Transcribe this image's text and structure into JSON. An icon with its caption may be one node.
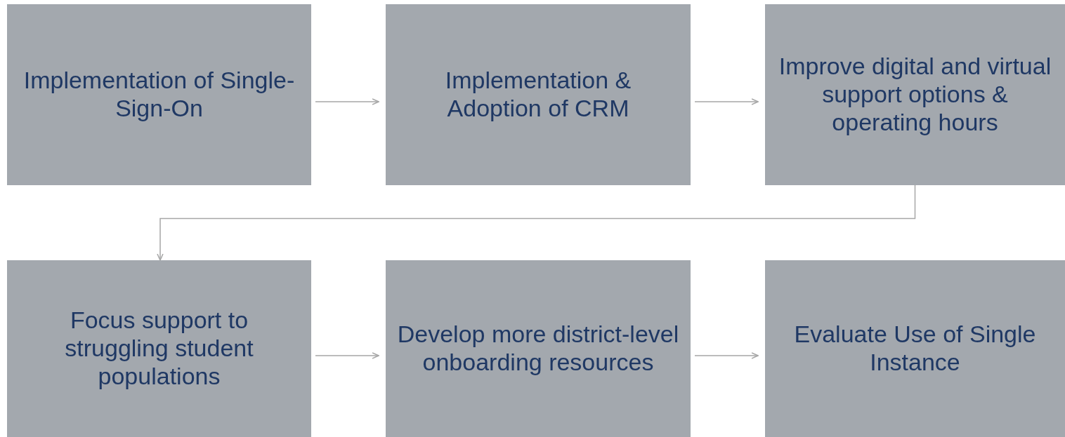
{
  "diagram": {
    "nodes": [
      {
        "text": [
          "Implementation of Single-Sign-On"
        ]
      },
      {
        "text": [
          "Implementation & Adoption of CRM"
        ]
      },
      {
        "text": [
          "Improve digital and virtual support options & operating hours"
        ]
      },
      {
        "text": [
          "Focus support to struggling student populations"
        ]
      },
      {
        "text": [
          "Develop more district-level onboarding resources"
        ]
      },
      {
        "text": [
          "Evaluate Use of Single Instance"
        ]
      }
    ],
    "edges": [
      {
        "from": 0,
        "to": 1,
        "arrow": "to"
      },
      {
        "from": 1,
        "to": 2,
        "arrow": "to"
      },
      {
        "from": 2,
        "to": 3,
        "arrow": "to"
      },
      {
        "from": 3,
        "to": 4,
        "arrow": "to"
      },
      {
        "from": 4,
        "to": 5,
        "arrow": "to"
      }
    ]
  }
}
